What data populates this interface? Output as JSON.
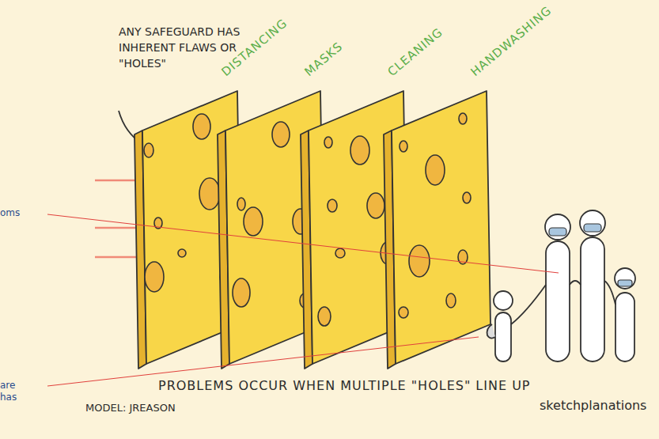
{
  "diagram": {
    "caption": "PROBLEMS OCCUR WHEN MULTIPLE \"HOLES\" LINE UP",
    "nodes": [
      {
        "text": [
          "DISTANCING"
        ]
      },
      {
        "text": [
          "MASKS"
        ]
      },
      {
        "text": [
          "CLEANING"
        ]
      },
      {
        "text": [
          "HANDWASHING"
        ]
      }
    ],
    "labels": [
      "ANY SAFEGUARD HAS INHERENT FLAWS OR \"HOLES\"",
      "MODEL: JREASON",
      "sketchplanations",
      "oms",
      "are",
      "has"
    ]
  }
}
